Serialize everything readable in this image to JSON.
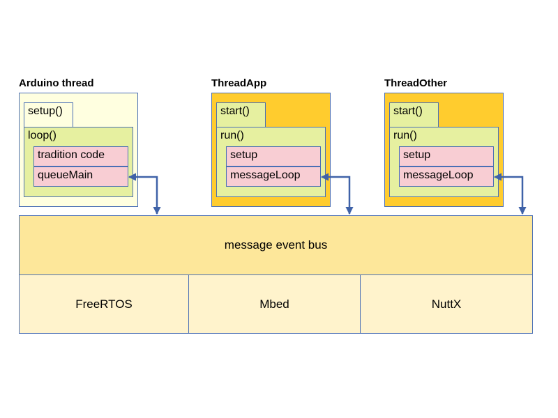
{
  "threads": [
    {
      "title": "Arduino thread",
      "init": "setup()",
      "main": "loop()",
      "items": [
        "tradition code",
        "queueMain"
      ]
    },
    {
      "title": "ThreadApp",
      "init": "start()",
      "main": "run()",
      "items": [
        "setup",
        "messageLoop"
      ]
    },
    {
      "title": "ThreadOther",
      "init": "start()",
      "main": "run()",
      "items": [
        "setup",
        "messageLoop"
      ]
    }
  ],
  "bus": {
    "label": "message event bus"
  },
  "os": [
    "FreeRTOS",
    "Mbed",
    "NuttX"
  ],
  "colors": {
    "border": "#4a6fb5",
    "arrow": "#3f62a8",
    "arduino_panel": "#ffffe0",
    "thread_panel": "#ffcc2e",
    "run_box": "#e6f0a0",
    "item_box": "#f8cdd3",
    "bus": "#fde79a",
    "os_box": "#fff3cc"
  }
}
